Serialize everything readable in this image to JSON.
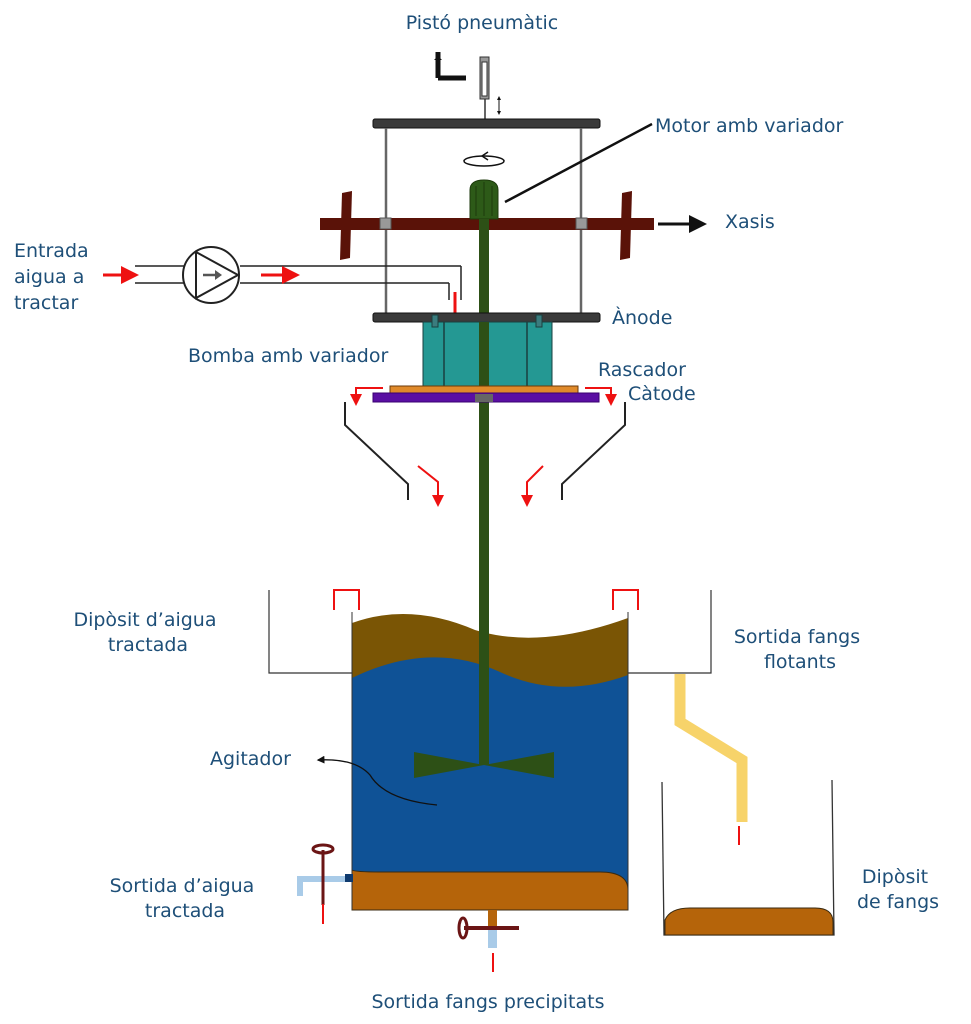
{
  "colors": {
    "label": "#1e4f78",
    "water": "#0f5296",
    "floating_sludge": "#7a5505",
    "precipitated_sludge": "#b5640a",
    "shaft": "#2d5016",
    "chassis": "#5a1208",
    "anode_block": "#249893",
    "scraper": "#e08a2a",
    "cathode": "#5a0fa3",
    "flow_arrow": "#ee1111",
    "float_pipe": "#f7d36a",
    "valve": "#6b1515",
    "outlet_pipe": "#a9cbe8"
  },
  "labels": {
    "piston": "Pistó pneumàtic",
    "motor": "Motor amb variador",
    "chassis": "Xasis",
    "inlet": [
      "Entrada",
      "aigua a",
      "tractar"
    ],
    "anode": "Ànode",
    "pump": "Bomba amb variador",
    "scraper": "Rascador",
    "cathode": "Càtode",
    "treated_tank": [
      "Dipòsit d’aigua",
      "tractada"
    ],
    "floating_outlet": [
      "Sortida fangs",
      "flotants"
    ],
    "agitator": "Agitador",
    "treated_outlet": [
      "Sortida d’aigua",
      "tractada"
    ],
    "sludge_tank": [
      "Dipòsit",
      "de fangs"
    ],
    "precipitated_outlet": "Sortida fangs precipitats"
  }
}
